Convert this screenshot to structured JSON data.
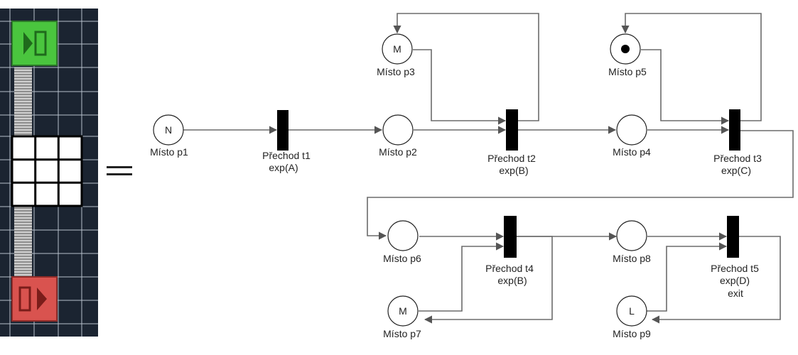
{
  "colors": {
    "panel_bg": "#1b2431",
    "start_block": "#4ac53e",
    "end_block": "#d9534f",
    "arc": "#6b6b6b"
  },
  "icons": {
    "start": "start-block-icon",
    "end": "end-block-icon",
    "grid": "grid-block-icon",
    "equals": "equals-sign"
  },
  "places": {
    "p1": {
      "label": "Místo p1",
      "marking": "N"
    },
    "p2": {
      "label": "Místo p2",
      "marking": ""
    },
    "p3": {
      "label": "Místo p3",
      "marking": "M"
    },
    "p4": {
      "label": "Místo p4",
      "marking": ""
    },
    "p5": {
      "label": "Místo p5",
      "marking": "",
      "token": true
    },
    "p6": {
      "label": "Místo p6",
      "marking": ""
    },
    "p7": {
      "label": "Místo p7",
      "marking": "M"
    },
    "p8": {
      "label": "Místo p8",
      "marking": ""
    },
    "p9": {
      "label": "Místo p9",
      "marking": "L"
    }
  },
  "transitions": {
    "t1": {
      "name": "Přechod t1",
      "rate": "exp(A)"
    },
    "t2": {
      "name": "Přechod t2",
      "rate": "exp(B)"
    },
    "t3": {
      "name": "Přechod t3",
      "rate": "exp(C)"
    },
    "t4": {
      "name": "Přechod t4",
      "rate": "exp(B)"
    },
    "t5": {
      "name": "Přechod t5",
      "rate": "exp(D)",
      "extra": "exit"
    }
  }
}
